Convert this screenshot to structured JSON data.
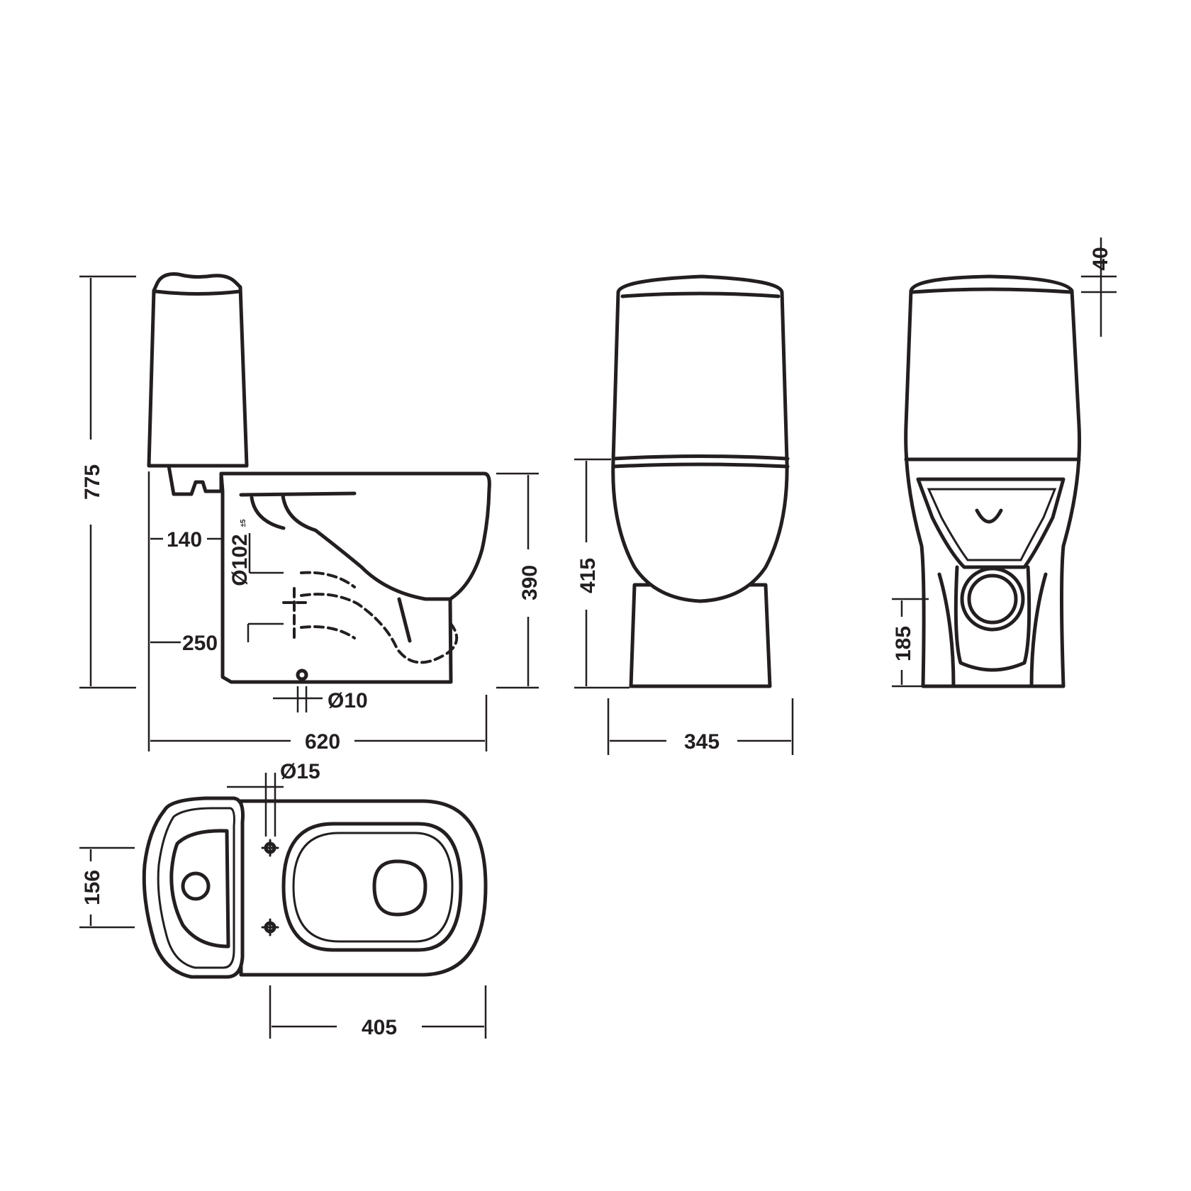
{
  "drawing": {
    "stroke_color": "#231f20",
    "background": "#ffffff",
    "dimensions": {
      "height_total": "775",
      "inlet_height": "140",
      "outlet_diameter": "Ø102",
      "outlet_tolerance": "±5",
      "outlet_height": "250",
      "bowl_height": "390",
      "bolt_diameter": "Ø10",
      "depth_total": "620",
      "front_height": "415",
      "width_front": "345",
      "lid_offset": "40",
      "rear_outlet_height": "185",
      "supply_diameter": "Ø15",
      "tank_offset": "156",
      "bolt_spacing": "405"
    }
  }
}
